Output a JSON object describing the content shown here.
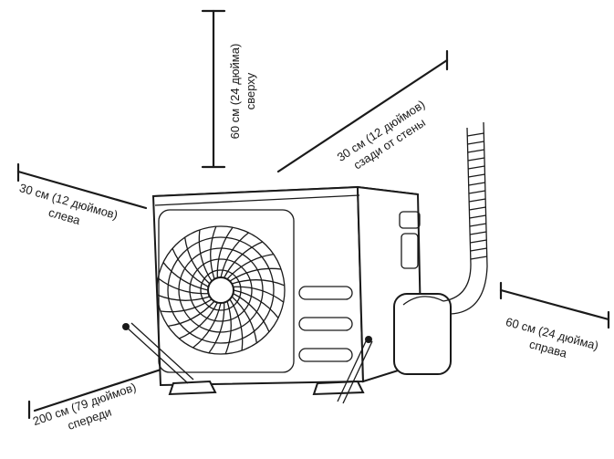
{
  "clearances": {
    "top": "60 см (24 дюйма)\nсверху",
    "rear": "30 см (12 дюймов)\nсзади от стены",
    "left": "30 см (12 дюймов)\nслева",
    "right": "60 см (24 дюйма)\nсправа",
    "front": "200 см (79 дюймов)\nспереди"
  }
}
